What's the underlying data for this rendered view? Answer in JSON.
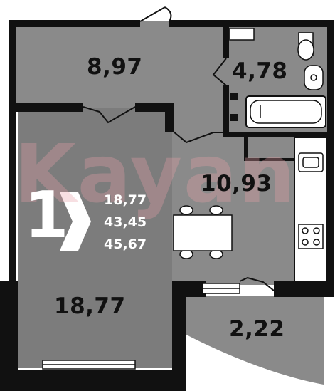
{
  "plan": {
    "rooms": [
      {
        "id": "hall",
        "area": "8,97"
      },
      {
        "id": "bathroom",
        "area": "4,78"
      },
      {
        "id": "kitchen",
        "area": "10,93"
      },
      {
        "id": "bedroom",
        "area": "18,77"
      },
      {
        "id": "balcony",
        "area": "2,22"
      }
    ],
    "summary": {
      "rooms_count": "1",
      "living_area": "18,77",
      "total_area": "43,45",
      "total_with_balcony": "45,67"
    },
    "watermark": "Kayan"
  },
  "colors": {
    "room_fill": "#8a8a8a",
    "bedroom_fill": "#7c7c7c",
    "wall": "#111111",
    "background": "#ffffff",
    "watermark": "#e8a0a8",
    "summary_text": "#ffffff"
  }
}
